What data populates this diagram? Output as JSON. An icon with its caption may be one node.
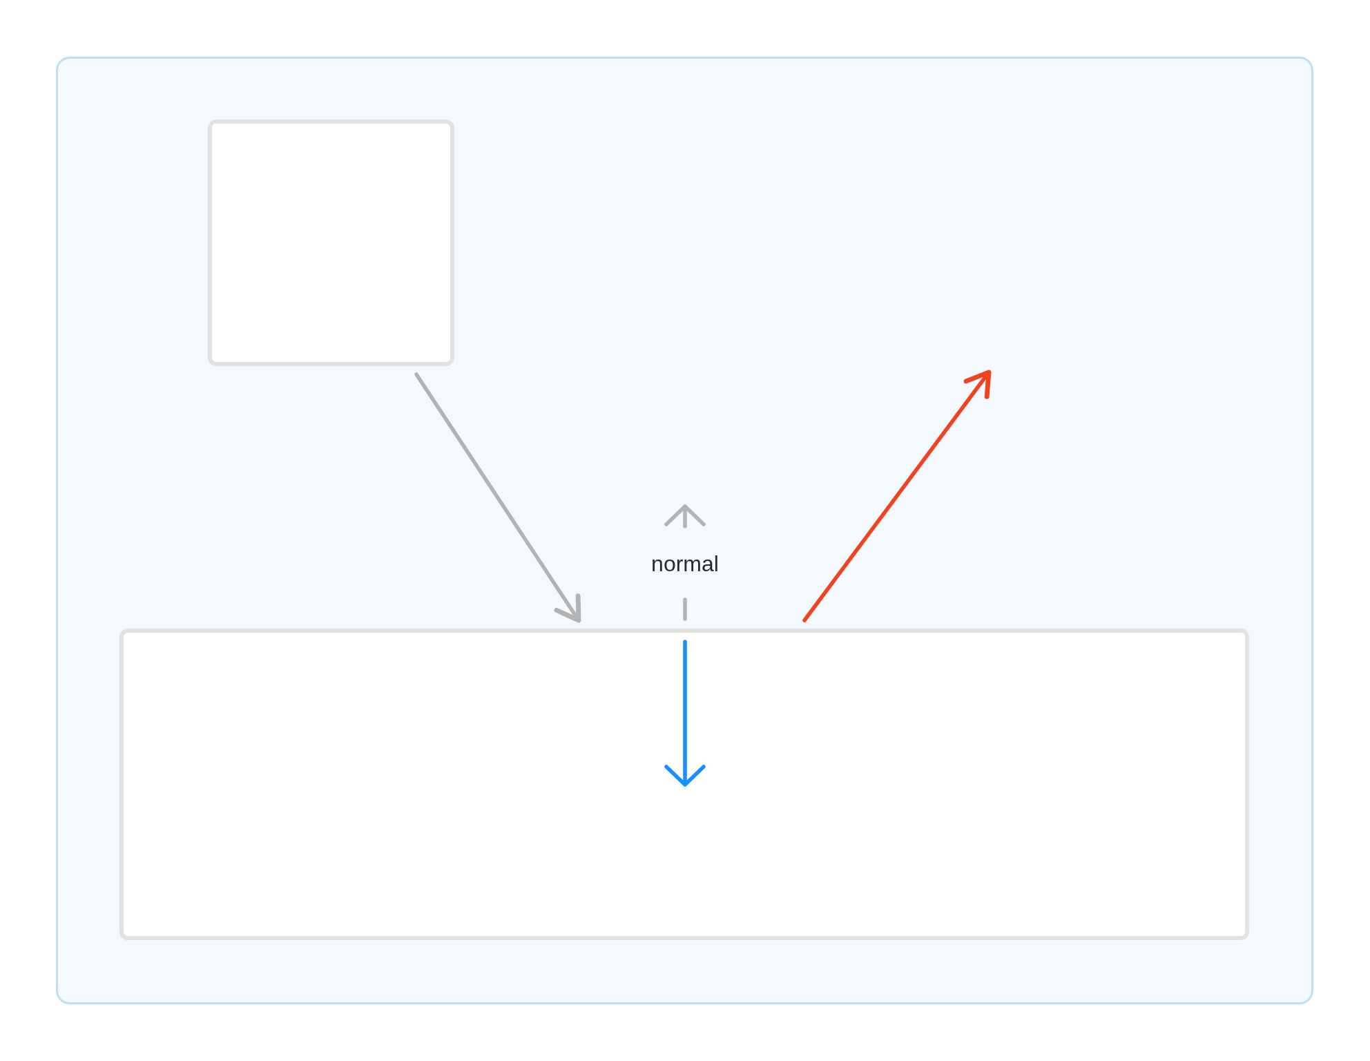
{
  "diagram": {
    "nodes": [
      {
        "text": [],
        "shape": "box"
      },
      {
        "text": [],
        "shape": "box",
        "in": 0
      },
      {
        "text": [],
        "shape": "box",
        "in": 0
      }
    ],
    "edges": [
      {
        "from": 1,
        "to": 2,
        "arrow": "to"
      },
      {
        "from": 2,
        "to": null,
        "arrow": "to",
        "color": "#ee4422"
      }
    ],
    "labels": [
      "normal"
    ]
  }
}
